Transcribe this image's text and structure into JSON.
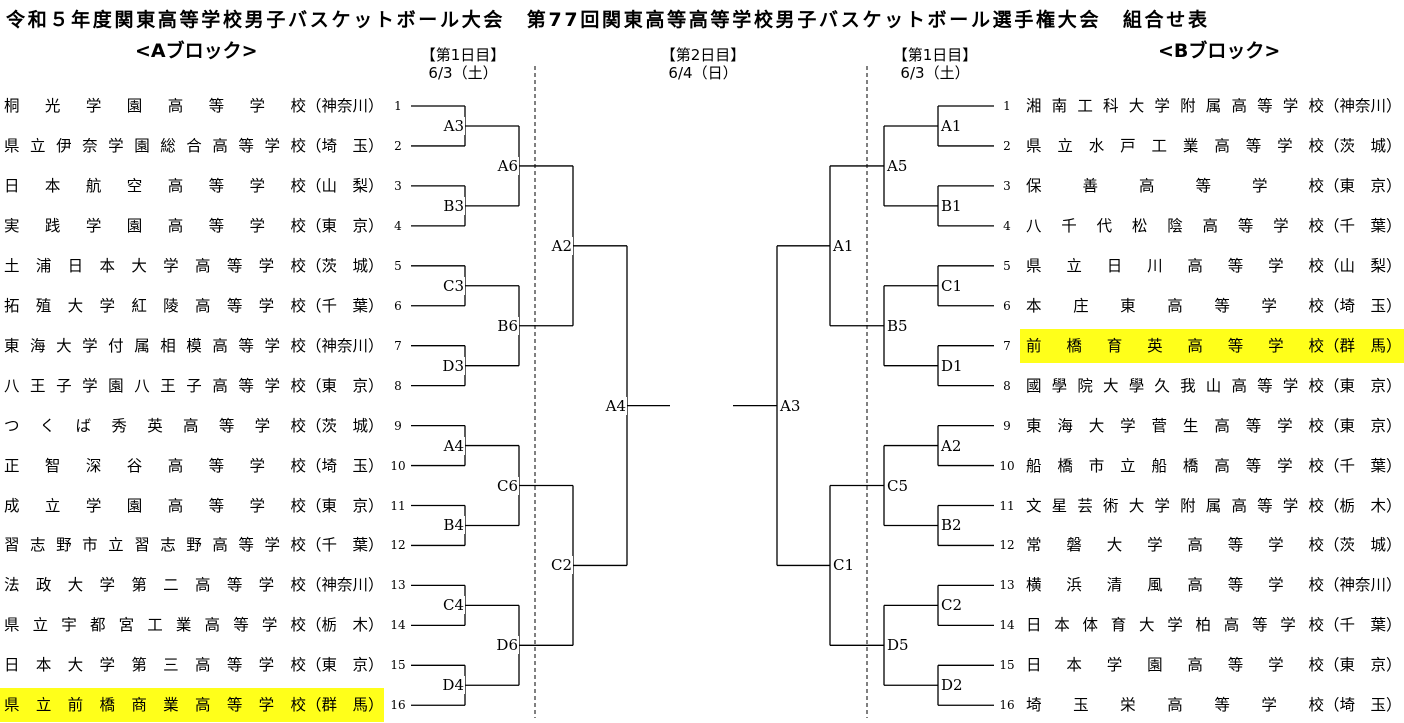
{
  "title": "令和５年度関東高等学校男子バスケットボール大会　第77回関東高等高等学校男子バスケットボール選手権大会　組合せ表",
  "block_a_label": "<Aブロック>",
  "block_b_label": "<Bブロック>",
  "day1_left": {
    "label": "【第1日目】",
    "date": "6/3（土）"
  },
  "day2": {
    "label": "【第2日目】",
    "date": "6/4（日）"
  },
  "day1_right": {
    "label": "【第1日目】",
    "date": "6/3（土）"
  },
  "highlight_color": "#ffff1a",
  "block_a": {
    "teams": [
      {
        "seed": "1",
        "name": "桐光学園高等学校",
        "pref": "（神奈川）"
      },
      {
        "seed": "2",
        "name": "県立伊奈学園総合高等学校",
        "pref": "（埼　玉）"
      },
      {
        "seed": "3",
        "name": "日本航空高等学校",
        "pref": "（山　梨）"
      },
      {
        "seed": "4",
        "name": "実践学園高等学校",
        "pref": "（東　京）"
      },
      {
        "seed": "5",
        "name": "土浦日本大学高等学校",
        "pref": "（茨　城）"
      },
      {
        "seed": "6",
        "name": "拓殖大学紅陵高等学校",
        "pref": "（千　葉）"
      },
      {
        "seed": "7",
        "name": "東海大学付属相模高等学校",
        "pref": "（神奈川）"
      },
      {
        "seed": "8",
        "name": "八王子学園八王子高等学校",
        "pref": "（東　京）"
      },
      {
        "seed": "9",
        "name": "つくば秀英高等学校",
        "pref": "（茨　城）"
      },
      {
        "seed": "10",
        "name": "正智深谷高等学校",
        "pref": "（埼　玉）"
      },
      {
        "seed": "11",
        "name": "成立学園高等学校",
        "pref": "（東　京）"
      },
      {
        "seed": "12",
        "name": "習志野市立習志野高等学校",
        "pref": "（千　葉）"
      },
      {
        "seed": "13",
        "name": "法政大学第二高等学校",
        "pref": "（神奈川）"
      },
      {
        "seed": "14",
        "name": "県立宇都宮工業高等学校",
        "pref": "（栃　木）"
      },
      {
        "seed": "15",
        "name": "日本大学第三高等学校",
        "pref": "（東　京）"
      },
      {
        "seed": "16",
        "name": "県立前橋商業高等学校",
        "pref": "（群　馬）",
        "highlight": true
      }
    ],
    "r1": [
      "A3",
      "B3",
      "C3",
      "D3",
      "A4",
      "B4",
      "C4",
      "D4"
    ],
    "r2": [
      "A6",
      "B6",
      "C6",
      "D6"
    ],
    "r3": [
      "A2",
      "C2"
    ],
    "final": "A4"
  },
  "block_b": {
    "teams": [
      {
        "seed": "1",
        "name": "湘南工科大学附属高等学校",
        "pref": "（神奈川）"
      },
      {
        "seed": "2",
        "name": "県立水戸工業高等学校",
        "pref": "（茨　城）"
      },
      {
        "seed": "3",
        "name": "保善高等学校",
        "pref": "（東　京）"
      },
      {
        "seed": "4",
        "name": "八千代松陰高等学校",
        "pref": "（千　葉）"
      },
      {
        "seed": "5",
        "name": "県立日川高等学校",
        "pref": "（山　梨）"
      },
      {
        "seed": "6",
        "name": "本庄東高等学校",
        "pref": "（埼　玉）"
      },
      {
        "seed": "7",
        "name": "前橋育英高等学校",
        "pref": "（群　馬）",
        "highlight": true
      },
      {
        "seed": "8",
        "name": "國學院大學久我山高等学校",
        "pref": "（東　京）"
      },
      {
        "seed": "9",
        "name": "東海大学菅生高等学校",
        "pref": "（東　京）"
      },
      {
        "seed": "10",
        "name": "船橋市立船橋高等学校",
        "pref": "（千　葉）"
      },
      {
        "seed": "11",
        "name": "文星芸術大学附属高等学校",
        "pref": "（栃　木）"
      },
      {
        "seed": "12",
        "name": "常磐大学高等学校",
        "pref": "（茨　城）"
      },
      {
        "seed": "13",
        "name": "横浜清風高等学校",
        "pref": "（神奈川）"
      },
      {
        "seed": "14",
        "name": "日本体育大学柏高等学校",
        "pref": "（千　葉）"
      },
      {
        "seed": "15",
        "name": "日本学園高等学校",
        "pref": "（東　京）"
      },
      {
        "seed": "16",
        "name": "埼玉栄高等学校",
        "pref": "（埼　玉）"
      }
    ],
    "r1": [
      "A1",
      "B1",
      "C1",
      "D1",
      "A2",
      "B2",
      "C2",
      "D2"
    ],
    "r2": [
      "A5",
      "B5",
      "C5",
      "D5"
    ],
    "r3": [
      "A1",
      "C1"
    ],
    "final": "A3"
  }
}
